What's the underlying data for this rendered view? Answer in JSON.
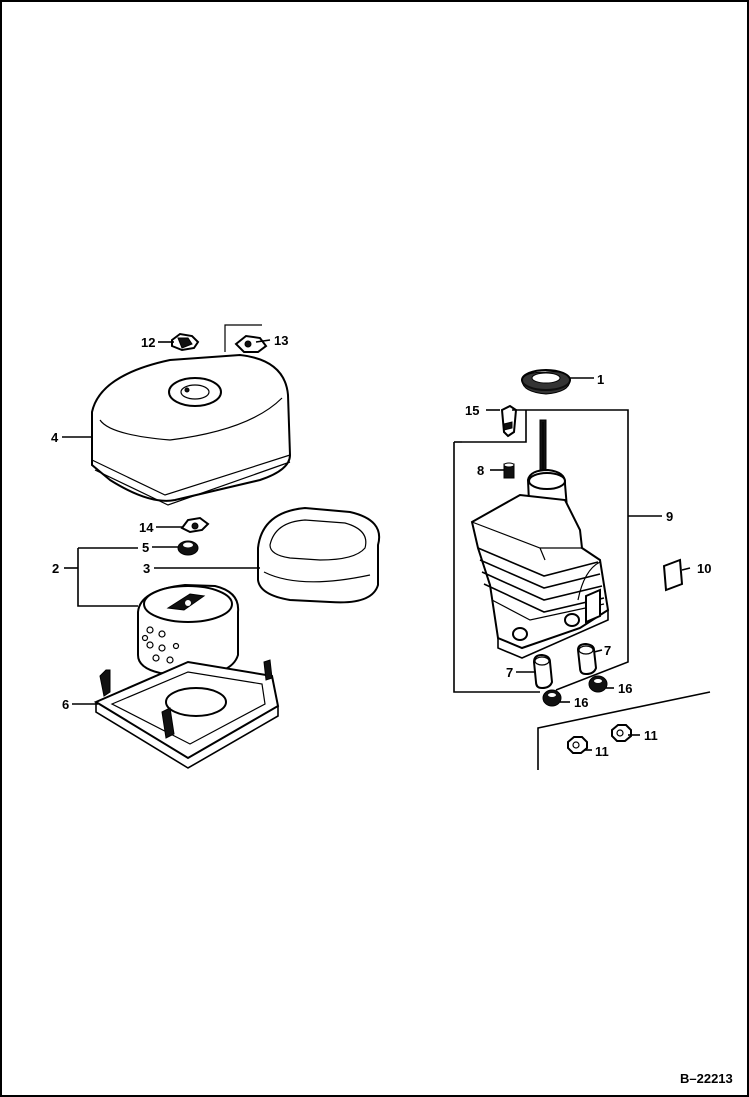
{
  "drawing": {
    "reference": "B–22213"
  },
  "callouts": {
    "c1": "1",
    "c2": "2",
    "c3": "3",
    "c4": "4",
    "c5": "5",
    "c6": "6",
    "c7a": "7",
    "c7b": "7",
    "c8": "8",
    "c9": "9",
    "c10": "10",
    "c11a": "11",
    "c11b": "11",
    "c12": "12",
    "c13": "13",
    "c14": "14",
    "c15": "15",
    "c16a": "16",
    "c16b": "16"
  },
  "colors": {
    "ink": "#000000",
    "paper": "#ffffff"
  }
}
